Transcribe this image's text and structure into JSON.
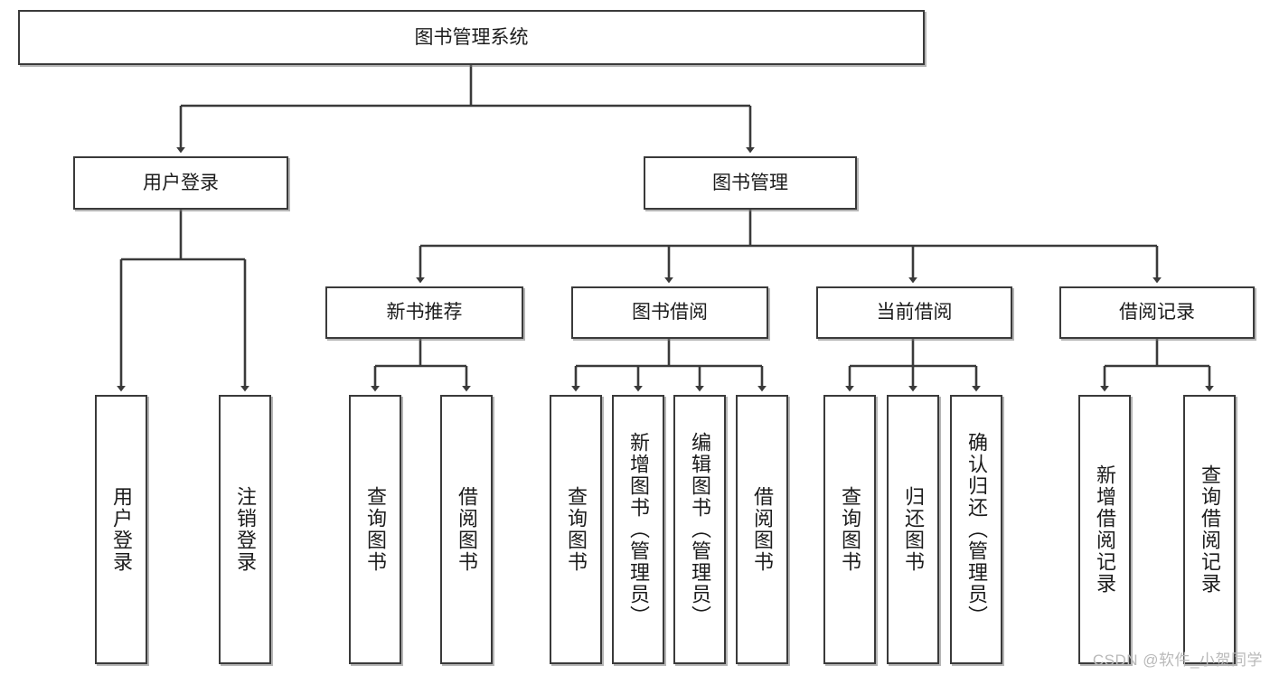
{
  "diagram": {
    "title_node": {
      "label": "图书管理系统"
    },
    "level2": [
      {
        "id": "user-login",
        "label": "用户登录"
      },
      {
        "id": "book-manage",
        "label": "图书管理"
      }
    ],
    "level3": [
      {
        "id": "new-book-recommend",
        "label": "新书推荐"
      },
      {
        "id": "book-borrow",
        "label": "图书借阅"
      },
      {
        "id": "current-borrow",
        "label": "当前借阅"
      },
      {
        "id": "borrow-record",
        "label": "借阅记录"
      }
    ],
    "leaves": {
      "user_login": [
        {
          "id": "leaf-user-login",
          "label": "用户登录"
        },
        {
          "id": "leaf-logout-login",
          "label": "注销登录"
        }
      ],
      "new_book_recommend": [
        {
          "id": "leaf-query-book-1",
          "label": "查询图书"
        },
        {
          "id": "leaf-borrow-book-1",
          "label": "借阅图书"
        }
      ],
      "book_borrow": [
        {
          "id": "leaf-query-book-2",
          "label": "查询图书"
        },
        {
          "id": "leaf-add-book",
          "label": "新增图书（管理员）"
        },
        {
          "id": "leaf-edit-book",
          "label": "编辑图书（管理员）"
        },
        {
          "id": "leaf-borrow-book-2",
          "label": "借阅图书"
        }
      ],
      "current_borrow": [
        {
          "id": "leaf-query-book-3",
          "label": "查询图书"
        },
        {
          "id": "leaf-return-book",
          "label": "归还图书"
        },
        {
          "id": "leaf-confirm-return",
          "label": "确认归还（管理员）"
        }
      ],
      "borrow_record": [
        {
          "id": "leaf-add-borrow-record",
          "label": "新增借阅记录"
        },
        {
          "id": "leaf-query-borrow-record",
          "label": "查询借阅记录"
        }
      ]
    },
    "watermark": "CSDN @软件_小贺同学",
    "colors": {
      "stroke": "#3a3a3a",
      "shadow": "#787878",
      "background": "#ffffff",
      "text": "#1c1c1c",
      "watermark": "#b9b9b9"
    }
  }
}
